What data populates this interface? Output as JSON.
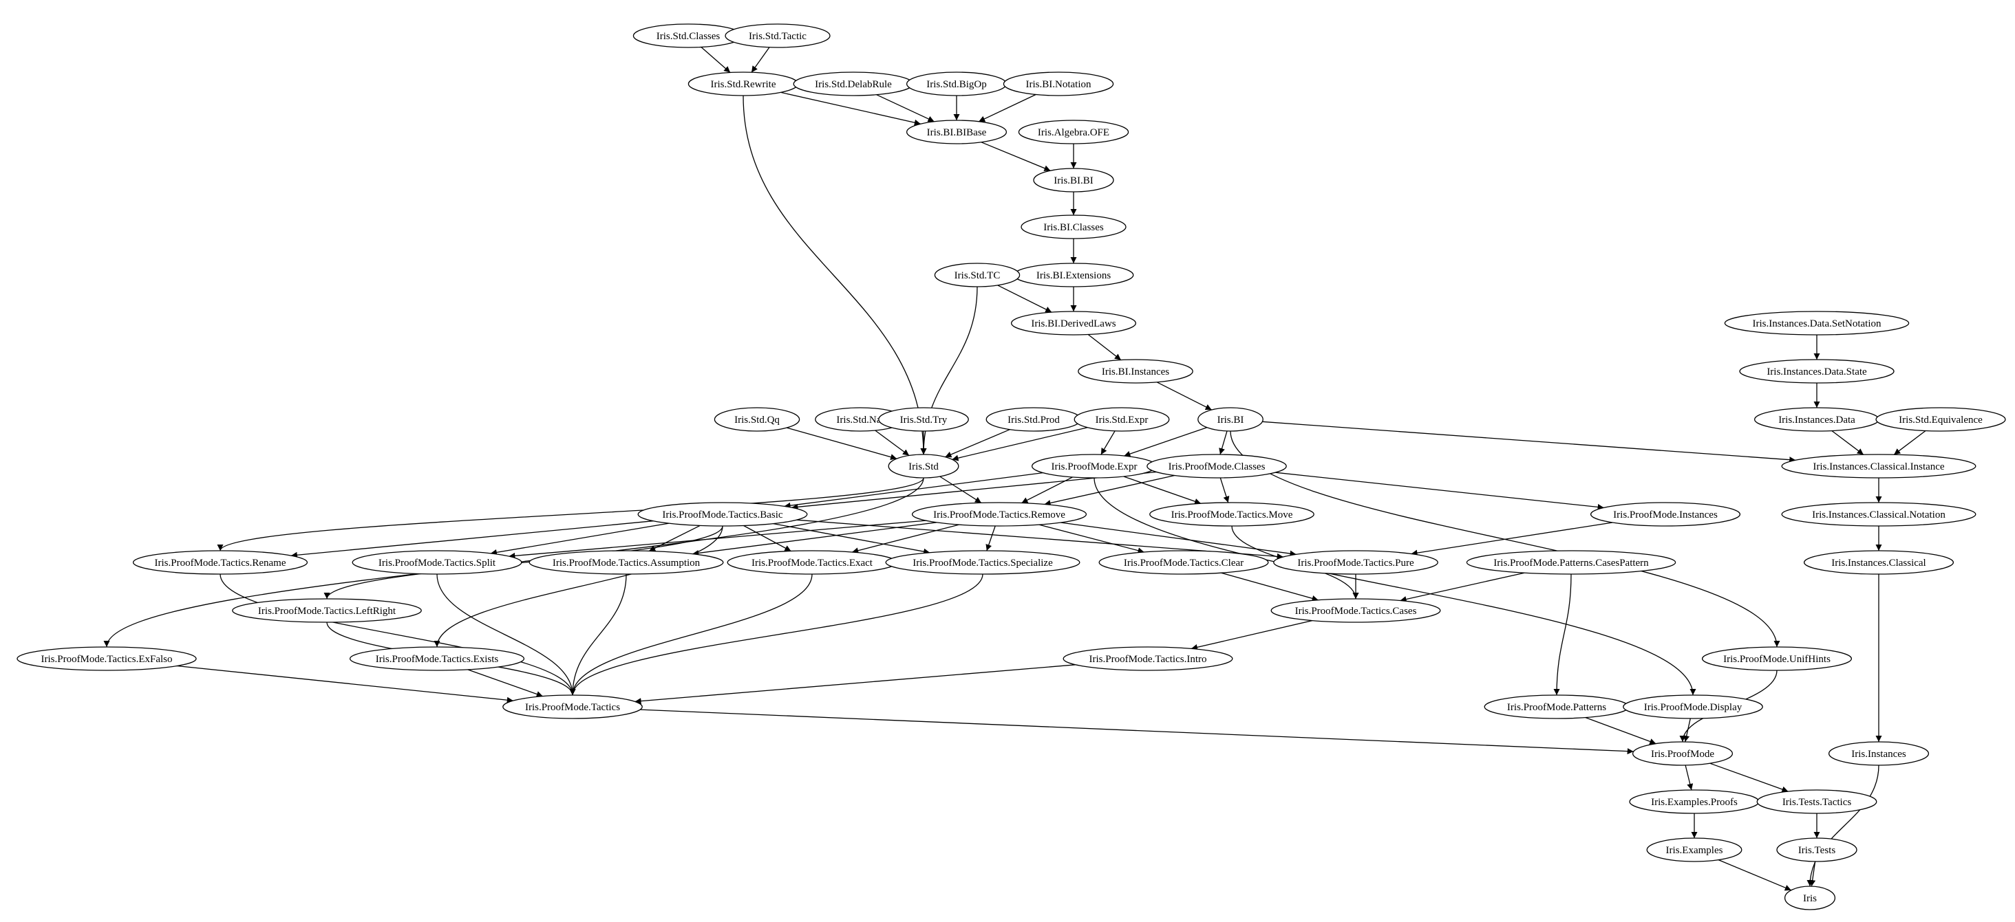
{
  "graph": {
    "root": "Iris",
    "nodes": [
      {
        "id": "classes",
        "label": "Iris.Std.Classes"
      },
      {
        "id": "tactic",
        "label": "Iris.Std.Tactic"
      },
      {
        "id": "rewrite",
        "label": "Iris.Std.Rewrite"
      },
      {
        "id": "delab",
        "label": "Iris.Std.DelabRule"
      },
      {
        "id": "bigop",
        "label": "Iris.Std.BigOp"
      },
      {
        "id": "bnotation",
        "label": "Iris.BI.Notation"
      },
      {
        "id": "bibase",
        "label": "Iris.BI.BIBase"
      },
      {
        "id": "ofe",
        "label": "Iris.Algebra.OFE"
      },
      {
        "id": "bibi",
        "label": "Iris.BI.BI"
      },
      {
        "id": "biclasses",
        "label": "Iris.BI.Classes"
      },
      {
        "id": "biext",
        "label": "Iris.BI.Extensions"
      },
      {
        "id": "tc",
        "label": "Iris.Std.TC"
      },
      {
        "id": "derived",
        "label": "Iris.BI.DerivedLaws"
      },
      {
        "id": "biinst",
        "label": "Iris.BI.Instances"
      },
      {
        "id": "setnot",
        "label": "Iris.Instances.Data.SetNotation"
      },
      {
        "id": "dstate",
        "label": "Iris.Instances.Data.State"
      },
      {
        "id": "qq",
        "label": "Iris.Std.Qq"
      },
      {
        "id": "nat",
        "label": "Iris.Std.Nat"
      },
      {
        "id": "try",
        "label": "Iris.Std.Try"
      },
      {
        "id": "prod",
        "label": "Iris.Std.Prod"
      },
      {
        "id": "expr",
        "label": "Iris.Std.Expr"
      },
      {
        "id": "bi",
        "label": "Iris.BI"
      },
      {
        "id": "idata",
        "label": "Iris.Instances.Data"
      },
      {
        "id": "equiv",
        "label": "Iris.Std.Equivalence"
      },
      {
        "id": "std",
        "label": "Iris.Std"
      },
      {
        "id": "pmexpr",
        "label": "Iris.ProofMode.Expr"
      },
      {
        "id": "pmclasses",
        "label": "Iris.ProofMode.Classes"
      },
      {
        "id": "clinst",
        "label": "Iris.Instances.Classical.Instance"
      },
      {
        "id": "basic",
        "label": "Iris.ProofMode.Tactics.Basic"
      },
      {
        "id": "remove",
        "label": "Iris.ProofMode.Tactics.Remove"
      },
      {
        "id": "move",
        "label": "Iris.ProofMode.Tactics.Move"
      },
      {
        "id": "pminst",
        "label": "Iris.ProofMode.Instances"
      },
      {
        "id": "clnot",
        "label": "Iris.Instances.Classical.Notation"
      },
      {
        "id": "rename",
        "label": "Iris.ProofMode.Tactics.Rename"
      },
      {
        "id": "split",
        "label": "Iris.ProofMode.Tactics.Split"
      },
      {
        "id": "assump",
        "label": "Iris.ProofMode.Tactics.Assumption"
      },
      {
        "id": "exact",
        "label": "Iris.ProofMode.Tactics.Exact"
      },
      {
        "id": "spec",
        "label": "Iris.ProofMode.Tactics.Specialize"
      },
      {
        "id": "clear",
        "label": "Iris.ProofMode.Tactics.Clear"
      },
      {
        "id": "pure",
        "label": "Iris.ProofMode.Tactics.Pure"
      },
      {
        "id": "casespat",
        "label": "Iris.ProofMode.Patterns.CasesPattern"
      },
      {
        "id": "classical",
        "label": "Iris.Instances.Classical"
      },
      {
        "id": "leftright",
        "label": "Iris.ProofMode.Tactics.LeftRight"
      },
      {
        "id": "cases",
        "label": "Iris.ProofMode.Tactics.Cases"
      },
      {
        "id": "exfalso",
        "label": "Iris.ProofMode.Tactics.ExFalso"
      },
      {
        "id": "exists",
        "label": "Iris.ProofMode.Tactics.Exists"
      },
      {
        "id": "intro",
        "label": "Iris.ProofMode.Tactics.Intro"
      },
      {
        "id": "unif",
        "label": "Iris.ProofMode.UnifHints"
      },
      {
        "id": "tactics",
        "label": "Iris.ProofMode.Tactics"
      },
      {
        "id": "patterns",
        "label": "Iris.ProofMode.Patterns"
      },
      {
        "id": "display",
        "label": "Iris.ProofMode.Display"
      },
      {
        "id": "proofmode",
        "label": "Iris.ProofMode"
      },
      {
        "id": "instances",
        "label": "Iris.Instances"
      },
      {
        "id": "exproofs",
        "label": "Iris.Examples.Proofs"
      },
      {
        "id": "ttactics",
        "label": "Iris.Tests.Tactics"
      },
      {
        "id": "examples",
        "label": "Iris.Examples"
      },
      {
        "id": "tests",
        "label": "Iris.Tests"
      },
      {
        "id": "iris",
        "label": "Iris"
      }
    ],
    "edges": [
      [
        "classes",
        "rewrite"
      ],
      [
        "tactic",
        "rewrite"
      ],
      [
        "rewrite",
        "bibase"
      ],
      [
        "delab",
        "bibase"
      ],
      [
        "bigop",
        "bibase"
      ],
      [
        "bnotation",
        "bibase"
      ],
      [
        "rewrite",
        "std"
      ],
      [
        "bibase",
        "bibi"
      ],
      [
        "ofe",
        "bibi"
      ],
      [
        "bibi",
        "biclasses"
      ],
      [
        "biclasses",
        "biext"
      ],
      [
        "biext",
        "derived"
      ],
      [
        "tc",
        "derived"
      ],
      [
        "tc",
        "std"
      ],
      [
        "derived",
        "biinst"
      ],
      [
        "biinst",
        "bi"
      ],
      [
        "setnot",
        "dstate"
      ],
      [
        "dstate",
        "idata"
      ],
      [
        "qq",
        "std"
      ],
      [
        "nat",
        "std"
      ],
      [
        "try",
        "std"
      ],
      [
        "prod",
        "std"
      ],
      [
        "expr",
        "std"
      ],
      [
        "expr",
        "pmexpr"
      ],
      [
        "bi",
        "pmexpr"
      ],
      [
        "bi",
        "pmclasses"
      ],
      [
        "bi",
        "clinst"
      ],
      [
        "bi",
        "unif"
      ],
      [
        "idata",
        "clinst"
      ],
      [
        "equiv",
        "clinst"
      ],
      [
        "std",
        "remove"
      ],
      [
        "std",
        "rename"
      ],
      [
        "std",
        "exfalso"
      ],
      [
        "pmexpr",
        "basic"
      ],
      [
        "pmexpr",
        "remove"
      ],
      [
        "pmexpr",
        "move"
      ],
      [
        "pmexpr",
        "display"
      ],
      [
        "pmclasses",
        "basic"
      ],
      [
        "pmclasses",
        "remove"
      ],
      [
        "pmclasses",
        "move"
      ],
      [
        "pmclasses",
        "pminst"
      ],
      [
        "clinst",
        "clnot"
      ],
      [
        "basic",
        "rename"
      ],
      [
        "basic",
        "split"
      ],
      [
        "basic",
        "assump"
      ],
      [
        "basic",
        "exact"
      ],
      [
        "basic",
        "spec"
      ],
      [
        "basic",
        "pure"
      ],
      [
        "basic",
        "leftright"
      ],
      [
        "basic",
        "exists"
      ],
      [
        "remove",
        "split"
      ],
      [
        "remove",
        "assump"
      ],
      [
        "remove",
        "exact"
      ],
      [
        "remove",
        "spec"
      ],
      [
        "remove",
        "clear"
      ],
      [
        "remove",
        "pure"
      ],
      [
        "move",
        "cases"
      ],
      [
        "pminst",
        "pure"
      ],
      [
        "clnot",
        "classical"
      ],
      [
        "clear",
        "cases"
      ],
      [
        "pure",
        "cases"
      ],
      [
        "casespat",
        "cases"
      ],
      [
        "casespat",
        "patterns"
      ],
      [
        "classical",
        "instances"
      ],
      [
        "rename",
        "tactics"
      ],
      [
        "split",
        "tactics"
      ],
      [
        "assump",
        "tactics"
      ],
      [
        "exact",
        "tactics"
      ],
      [
        "spec",
        "tactics"
      ],
      [
        "leftright",
        "tactics"
      ],
      [
        "exfalso",
        "tactics"
      ],
      [
        "exists",
        "tactics"
      ],
      [
        "cases",
        "intro"
      ],
      [
        "intro",
        "tactics"
      ],
      [
        "tactics",
        "proofmode"
      ],
      [
        "patterns",
        "proofmode"
      ],
      [
        "display",
        "proofmode"
      ],
      [
        "unif",
        "proofmode"
      ],
      [
        "proofmode",
        "exproofs"
      ],
      [
        "proofmode",
        "ttactics"
      ],
      [
        "exproofs",
        "examples"
      ],
      [
        "ttactics",
        "tests"
      ],
      [
        "examples",
        "iris"
      ],
      [
        "tests",
        "iris"
      ],
      [
        "instances",
        "iris"
      ]
    ]
  }
}
